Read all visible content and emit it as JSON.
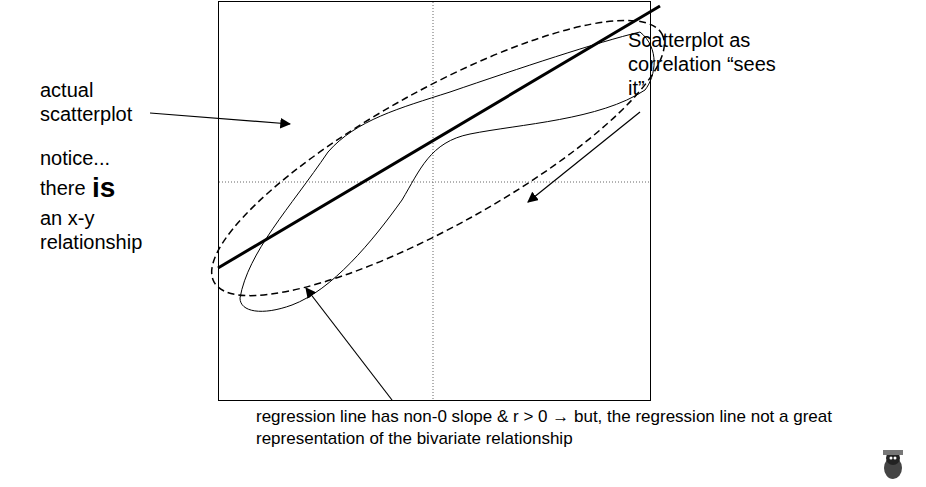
{
  "diagram": {
    "labels": [
      "actual scatterplot",
      "notice...",
      "there",
      "is",
      "an x-y relationship",
      "Scatterplot as correlation “sees it”",
      "regression line has non-0 slope & r > 0 → but, the regression line not a great representation of the bivariate relationship"
    ]
  }
}
